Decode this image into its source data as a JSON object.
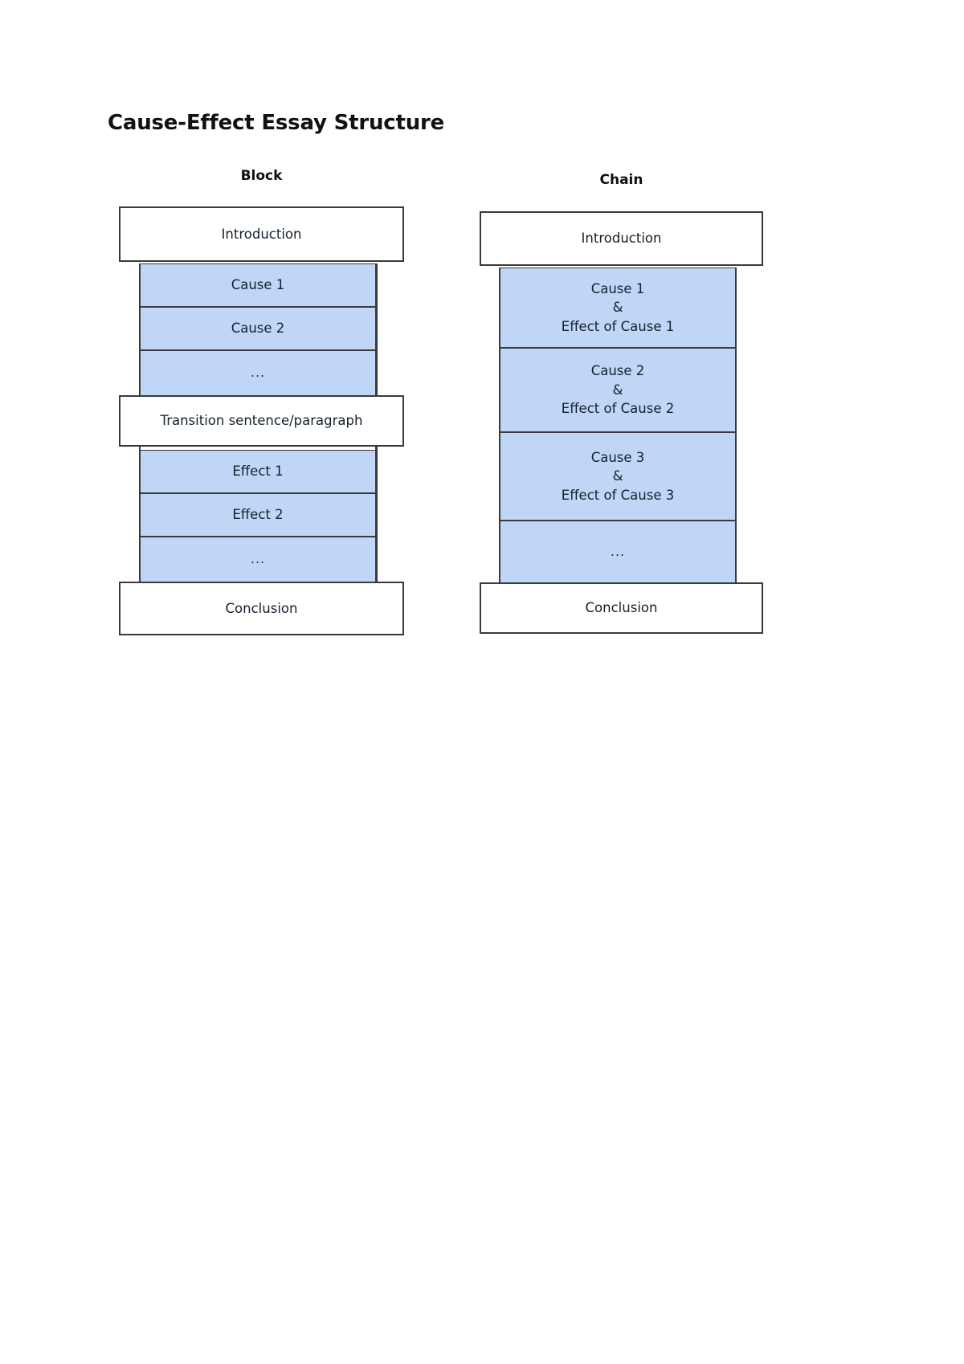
{
  "document": {
    "title": "Cause-Effect Essay Structure"
  },
  "colors": {
    "page_background": "#ffffff",
    "node_fill_blue": "#c0d6f7",
    "node_fill_white": "#ffffff",
    "node_border": "#3a3a3a",
    "text": "#14202e",
    "title_text": "#111111"
  },
  "diagram": {
    "type": "flowchart",
    "columns": [
      {
        "id": "block",
        "header": "Block",
        "nodes": [
          {
            "id": "introduction",
            "label": "Introduction",
            "style": "white"
          },
          {
            "id": "cause-1",
            "label": "Cause 1",
            "style": "blue"
          },
          {
            "id": "cause-2",
            "label": "Cause 2",
            "style": "blue"
          },
          {
            "id": "cause-more",
            "label": "...",
            "style": "blue"
          },
          {
            "id": "transition",
            "label": "Transition sentence/paragraph",
            "style": "white"
          },
          {
            "id": "effect-1",
            "label": "Effect 1",
            "style": "blue"
          },
          {
            "id": "effect-2",
            "label": "Effect 2",
            "style": "blue"
          },
          {
            "id": "effect-more",
            "label": "...",
            "style": "blue"
          },
          {
            "id": "conclusion",
            "label": "Conclusion",
            "style": "white"
          }
        ]
      },
      {
        "id": "chain",
        "header": "Chain",
        "nodes": [
          {
            "id": "introduction",
            "label": "Introduction",
            "style": "white"
          },
          {
            "id": "cause-effect-1",
            "label": "Cause 1\n&\nEffect of Cause 1",
            "style": "blue"
          },
          {
            "id": "cause-effect-2",
            "label": "Cause 2\n&\nEffect of Cause 2",
            "style": "blue"
          },
          {
            "id": "cause-effect-3",
            "label": "Cause 3\n&\nEffect of Cause 3",
            "style": "blue"
          },
          {
            "id": "more",
            "label": "...",
            "style": "blue"
          },
          {
            "id": "conclusion",
            "label": "Conclusion",
            "style": "white"
          }
        ]
      }
    ]
  }
}
